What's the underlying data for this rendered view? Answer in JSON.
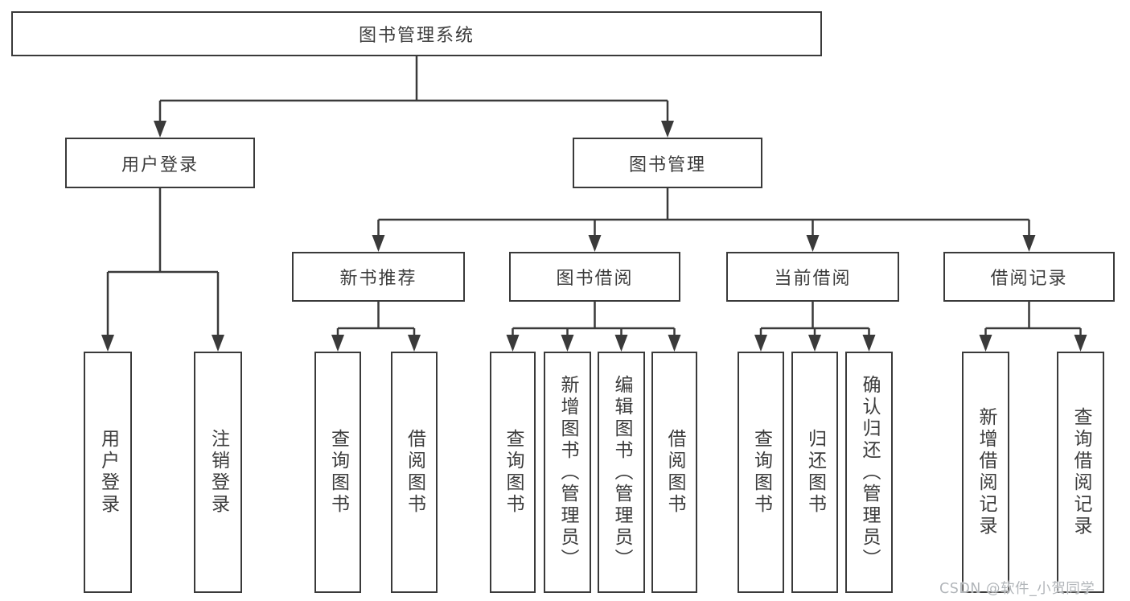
{
  "diagram_type": "hierarchy-tree",
  "tree": {
    "label": "图书管理系统",
    "children": [
      {
        "label": "用户登录",
        "children": [
          {
            "label": "用户登录"
          },
          {
            "label": "注销登录"
          }
        ]
      },
      {
        "label": "图书管理",
        "children": [
          {
            "label": "新书推荐",
            "children": [
              {
                "label": "查询图书"
              },
              {
                "label": "借阅图书"
              }
            ]
          },
          {
            "label": "图书借阅",
            "children": [
              {
                "label": "查询图书"
              },
              {
                "label": "新增图书（管理员）"
              },
              {
                "label": "编辑图书（管理员）"
              },
              {
                "label": "借阅图书"
              }
            ]
          },
          {
            "label": "当前借阅",
            "children": [
              {
                "label": "查询图书"
              },
              {
                "label": "归还图书"
              },
              {
                "label": "确认归还（管理员）"
              }
            ]
          },
          {
            "label": "借阅记录",
            "children": [
              {
                "label": "新增借阅记录"
              },
              {
                "label": "查询借阅记录"
              }
            ]
          }
        ]
      }
    ]
  },
  "watermark": {
    "text": "CSDN @软件_小贺同学"
  },
  "colors": {
    "line": "#3a3a3a",
    "box_border": "#3a3a3a",
    "box_fill": "#ffffff",
    "text": "#3c3c3c",
    "watermark": "#b2b6ba",
    "background": "#ffffff"
  }
}
